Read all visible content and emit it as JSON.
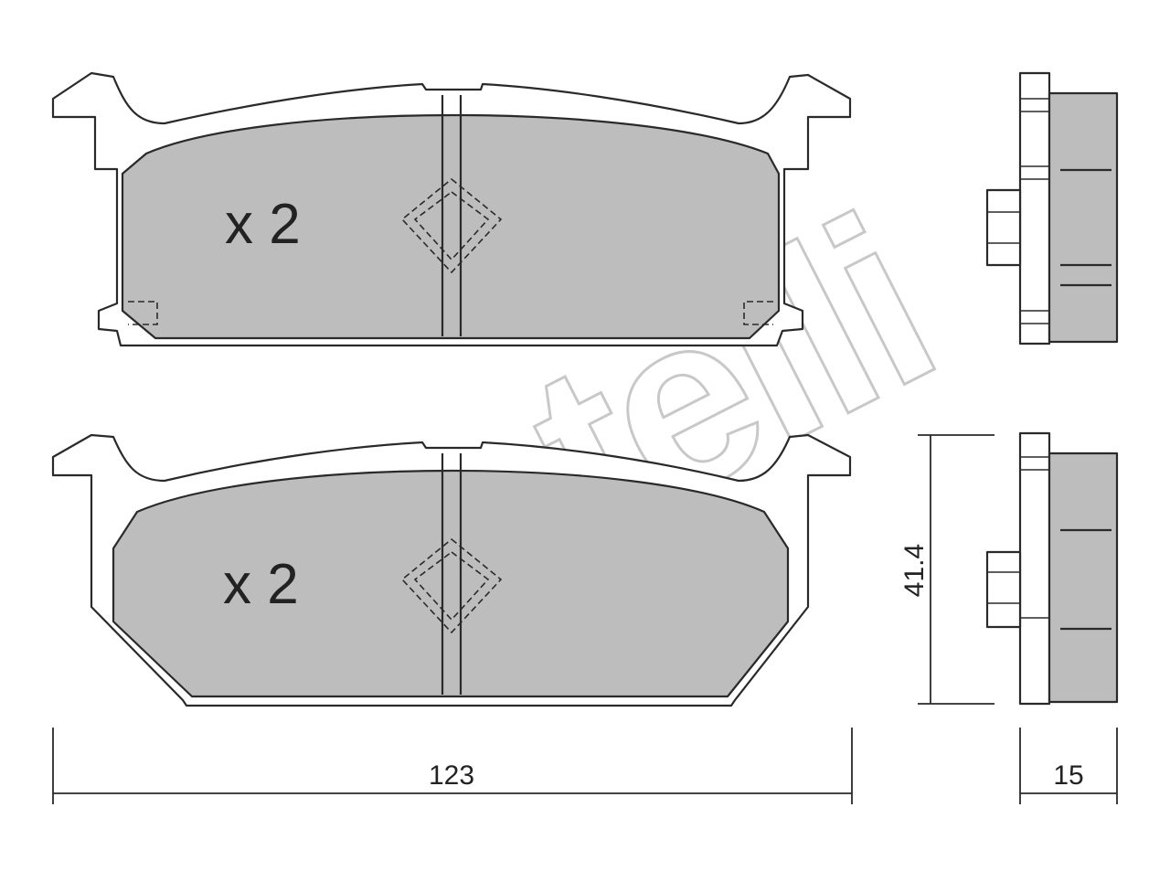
{
  "watermark": {
    "text": "metelli",
    "color": "#c8c8c8"
  },
  "colors": {
    "pad_fill": "#bdbdbd",
    "outline": "#2a2a2a",
    "background": "#ffffff"
  },
  "pads": [
    {
      "quantity_label": "x 2"
    },
    {
      "quantity_label": "x 2"
    }
  ],
  "dimensions": {
    "width": "123",
    "height": "41.4",
    "thickness": "15"
  }
}
